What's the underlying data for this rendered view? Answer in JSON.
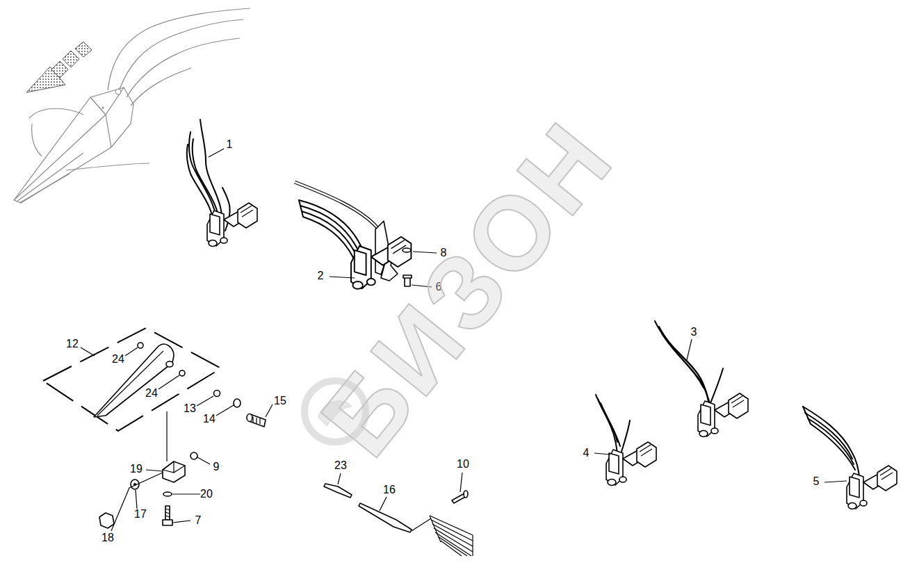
{
  "diagram": {
    "labels": [
      "1",
      "2",
      "8",
      "6",
      "БИЗОН",
      "3",
      "12",
      "24",
      "24",
      "13",
      "15",
      "14",
      "4",
      "19",
      "9",
      "23",
      "10",
      "5",
      "16",
      "20",
      "17",
      "7",
      "18"
    ]
  }
}
